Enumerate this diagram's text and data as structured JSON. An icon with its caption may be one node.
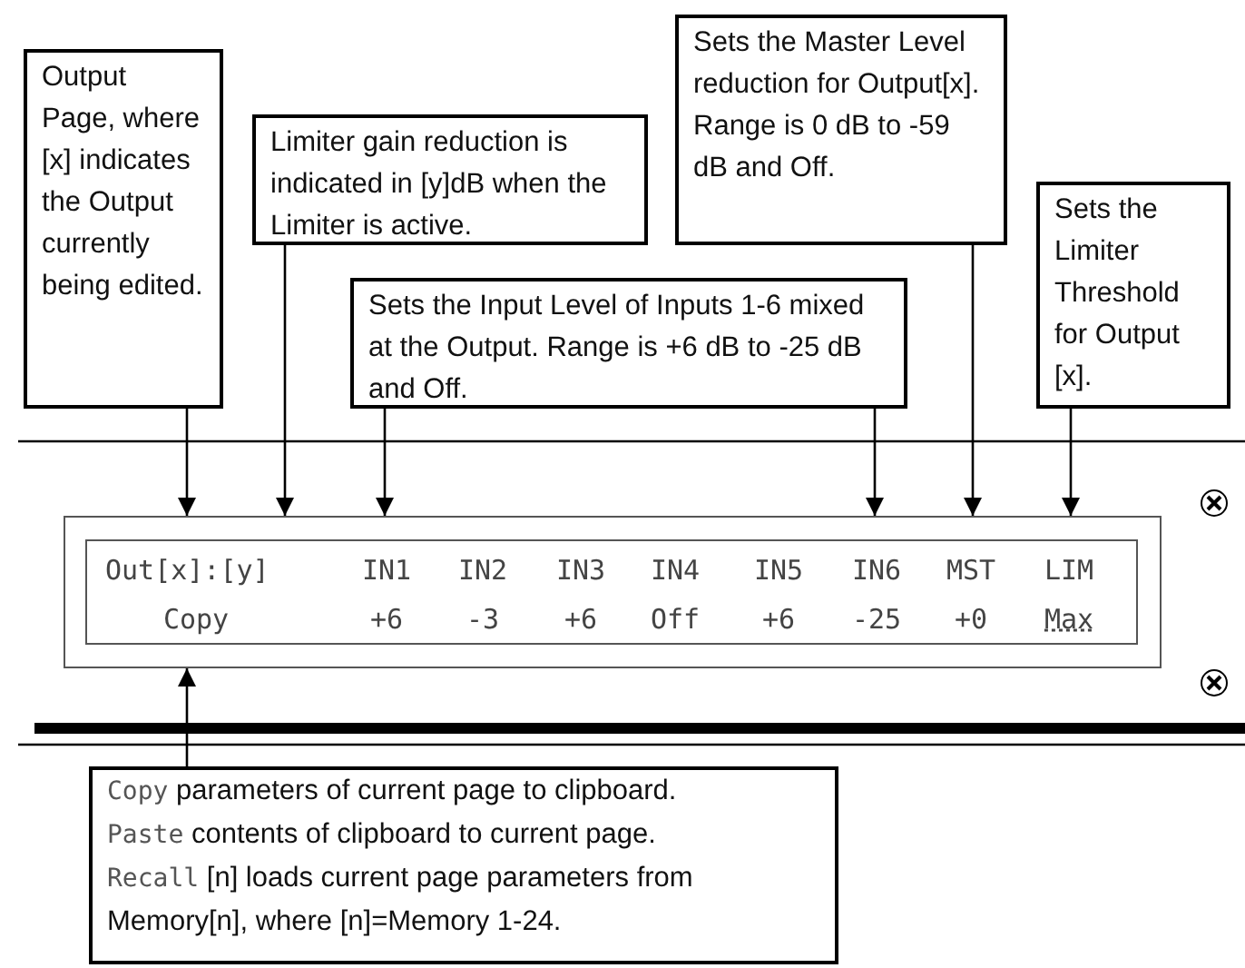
{
  "diagram": {
    "nodes": [
      {
        "text": [
          "Output Page, where [x] indicates the Output currently being edited."
        ]
      },
      {
        "text": [
          "Limiter gain reduction is indicated in [y]dB when the Limiter is active."
        ]
      },
      {
        "text": [
          "Sets the Input Level of Inputs 1-6 mixed at the Output. Range is +6 dB to -25 dB and Off."
        ]
      },
      {
        "text": [
          "Sets the Master Level reduction for Output[x]. Range is 0 dB to -59 dB and Off."
        ]
      },
      {
        "text": [
          "Sets the Limiter Threshold for Output [x]."
        ]
      },
      {
        "text": [
          "Out[x]:[y]",
          "IN1",
          "IN2",
          "IN3",
          "IN4",
          "IN5",
          "IN6",
          "MST",
          "LIM",
          "Copy",
          "+6",
          "-3",
          "+6",
          "Off",
          "+6",
          "-25",
          "+0",
          "Max"
        ]
      },
      {
        "text": [
          "Copy",
          "parameters of current page to clipboard.",
          "Paste",
          "contents of clipboard to current page.",
          "Recall",
          "[n] loads current page parameters from Memory[n], where [n]=Memory 1-24."
        ]
      }
    ],
    "edges": [
      {
        "from": 0,
        "to": 5,
        "arrow": "to"
      },
      {
        "from": 1,
        "to": 5,
        "arrow": "to"
      },
      {
        "from": 2,
        "to": 5,
        "arrow": "to"
      },
      {
        "from": 2,
        "to": 5,
        "arrow": "to"
      },
      {
        "from": 3,
        "to": 5,
        "arrow": "to"
      },
      {
        "from": 4,
        "to": 5,
        "arrow": "to"
      },
      {
        "from": 6,
        "to": 5,
        "arrow": "to"
      }
    ]
  }
}
